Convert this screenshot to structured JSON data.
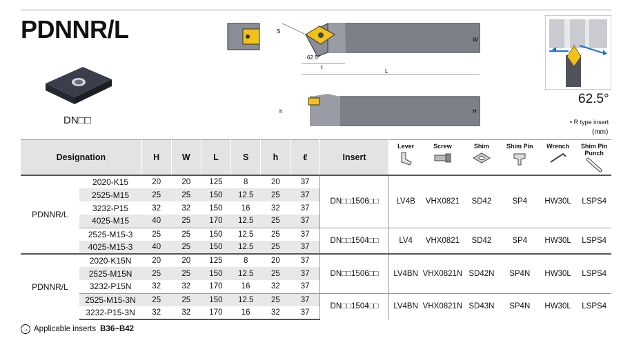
{
  "title": "PDNNR/L",
  "insert_code": "DN□□",
  "drawing_labels": {
    "s": "S",
    "w": "W",
    "angle": "62.5°",
    "l_small": "ℓ",
    "l_big": "L",
    "h_small": "h",
    "h_big": "H"
  },
  "detail_angle": "62.5°",
  "rtype_note": "• R type insert",
  "unit_note": "(mm)",
  "headers": {
    "designation": "Designation",
    "H": "H",
    "W": "W",
    "L": "L",
    "S": "S",
    "h": "h",
    "l": "ℓ",
    "insert": "Insert",
    "lever": "Lever",
    "screw": "Screw",
    "shim": "Shim",
    "shim_pin": "Shim Pin",
    "wrench": "Wrench",
    "shim_pin_punch": "Shim Pin Punch"
  },
  "groups": [
    {
      "name": "PDNNR/L",
      "rows": [
        {
          "code": "2020-K15",
          "H": "20",
          "W": "20",
          "L": "125",
          "S": "8",
          "h": "20",
          "l": "37"
        },
        {
          "code": "2525-M15",
          "H": "25",
          "W": "25",
          "L": "150",
          "S": "12.5",
          "h": "25",
          "l": "37"
        },
        {
          "code": "3232-P15",
          "H": "32",
          "W": "32",
          "L": "150",
          "S": "16",
          "h": "32",
          "l": "37"
        },
        {
          "code": "4025-M15",
          "H": "40",
          "W": "25",
          "L": "170",
          "S": "12.5",
          "h": "25",
          "l": "37"
        },
        {
          "code": "2525-M15-3",
          "H": "25",
          "W": "25",
          "L": "150",
          "S": "12.5",
          "h": "25",
          "l": "37"
        },
        {
          "code": "4025-M15-3",
          "H": "40",
          "W": "25",
          "L": "150",
          "S": "12.5",
          "h": "25",
          "l": "37"
        }
      ],
      "parts": [
        {
          "insert": "DN□□1506□□",
          "lever": "LV4B",
          "screw": "VHX0821",
          "shim": "SD42",
          "shim_pin": "SP4",
          "wrench": "HW30L",
          "punch": "LSPS4"
        },
        {
          "insert": "DN□□1504□□",
          "lever": "LV4",
          "screw": "VHX0821",
          "shim": "SD42",
          "shim_pin": "SP4",
          "wrench": "HW30L",
          "punch": "LSPS4"
        }
      ]
    },
    {
      "name": "PDNNR/L",
      "rows": [
        {
          "code": "2020-K15N",
          "H": "20",
          "W": "20",
          "L": "125",
          "S": "8",
          "h": "20",
          "l": "37"
        },
        {
          "code": "2525-M15N",
          "H": "25",
          "W": "25",
          "L": "150",
          "S": "12.5",
          "h": "25",
          "l": "37"
        },
        {
          "code": "3232-P15N",
          "H": "32",
          "W": "32",
          "L": "170",
          "S": "16",
          "h": "32",
          "l": "37"
        },
        {
          "code": "2525-M15-3N",
          "H": "25",
          "W": "25",
          "L": "150",
          "S": "12.5",
          "h": "25",
          "l": "37"
        },
        {
          "code": "3232-P15-3N",
          "H": "32",
          "W": "32",
          "L": "170",
          "S": "16",
          "h": "32",
          "l": "37"
        }
      ],
      "parts": [
        {
          "insert": "DN□□1506□□",
          "lever": "LV4BN",
          "screw": "VHX0821N",
          "shim": "SD42N",
          "shim_pin": "SP4N",
          "wrench": "HW30L",
          "punch": "LSPS4"
        },
        {
          "insert": "DN□□1504□□",
          "lever": "LV4BN",
          "screw": "VHX0821N",
          "shim": "SD43N",
          "shim_pin": "SP4N",
          "wrench": "HW30L",
          "punch": "LSPS4"
        }
      ]
    }
  ],
  "footer": {
    "label": "Applicable inserts",
    "ref": "B36~B42"
  }
}
